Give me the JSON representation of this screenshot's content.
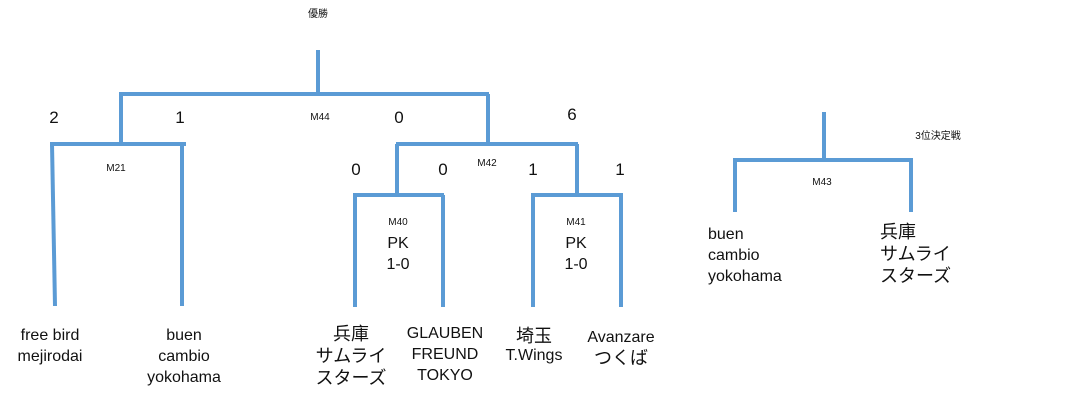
{
  "title": "優勝",
  "third_place_title": "3位決定戦",
  "matches": {
    "m44": {
      "label": "M44"
    },
    "m21": {
      "label": "M21"
    },
    "m42": {
      "label": "M42"
    },
    "m40": {
      "label": "M40",
      "note_line1": "PK",
      "note_line2": "1-0"
    },
    "m41": {
      "label": "M41",
      "note_line1": "PK",
      "note_line2": "1-0"
    },
    "m43": {
      "label": "M43"
    }
  },
  "scores": {
    "m44_left": "2",
    "m44_right_side_left": "1",
    "m42_top_left": "0",
    "m42_top_right": "6",
    "m40_left": "0",
    "m40_right": "0",
    "m41_left": "1",
    "m41_right": "1"
  },
  "teams": {
    "free_bird": [
      "free bird",
      "mejirodai"
    ],
    "buen_cambio": [
      "buen",
      "cambio",
      "yokohama"
    ],
    "hyogo_samurai": [
      "兵庫",
      "サムライ",
      "スターズ"
    ],
    "glauben": [
      "GLAUBEN",
      "FREUND",
      "TOKYO"
    ],
    "saitama": [
      "埼玉",
      "T.Wings"
    ],
    "avanzare": [
      "Avanzare",
      "つくば"
    ],
    "third_left": [
      "buen",
      "cambio",
      "yokohama"
    ],
    "third_right": [
      "兵庫",
      "サムライ",
      "スターズ"
    ]
  },
  "colors": {
    "bracket_line": "#5b9bd5"
  }
}
